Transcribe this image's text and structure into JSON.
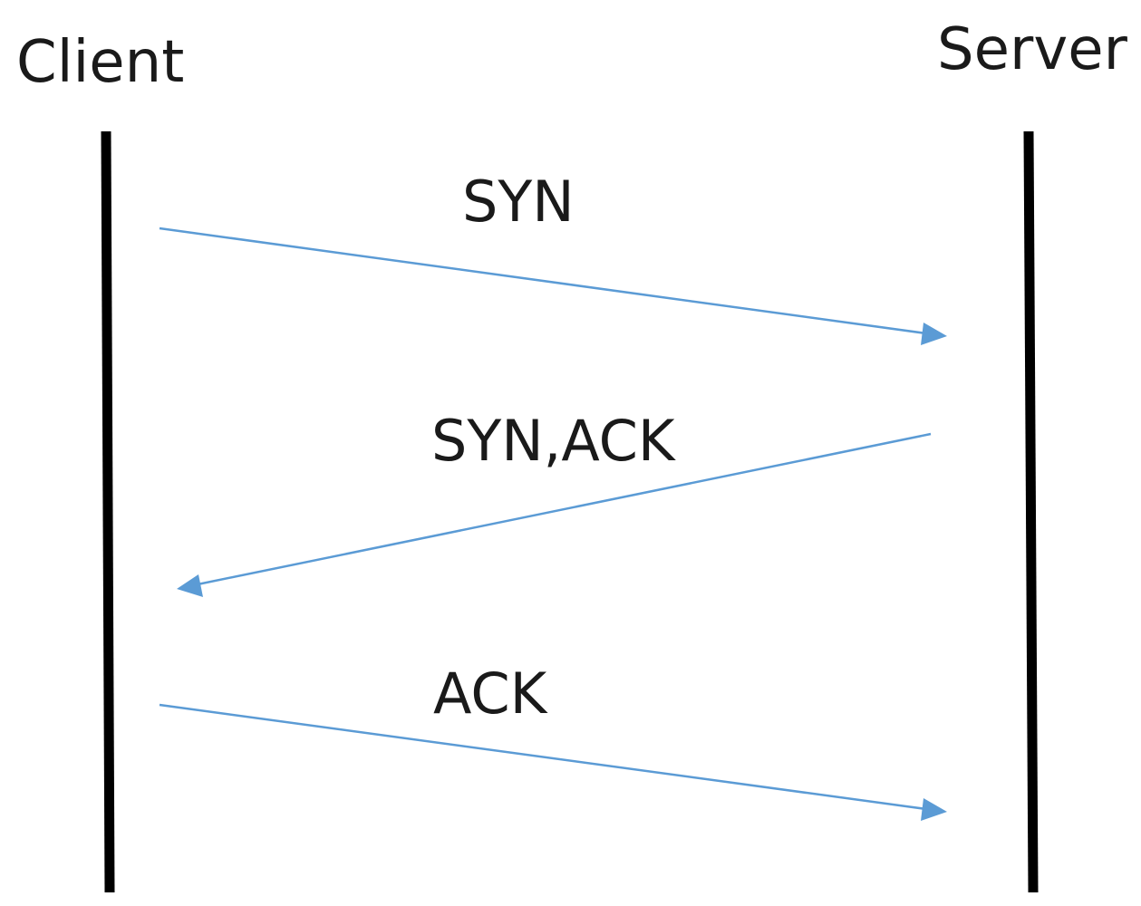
{
  "participants": {
    "client": "Client",
    "server": "Server"
  },
  "messages": [
    {
      "label": "SYN",
      "from": "client",
      "to": "server"
    },
    {
      "label": "SYN,ACK",
      "from": "server",
      "to": "client"
    },
    {
      "label": "ACK",
      "from": "client",
      "to": "server"
    }
  ],
  "colors": {
    "lifeline": "#000000",
    "arrow": "#5b9bd5",
    "text": "#1a1a1a"
  }
}
